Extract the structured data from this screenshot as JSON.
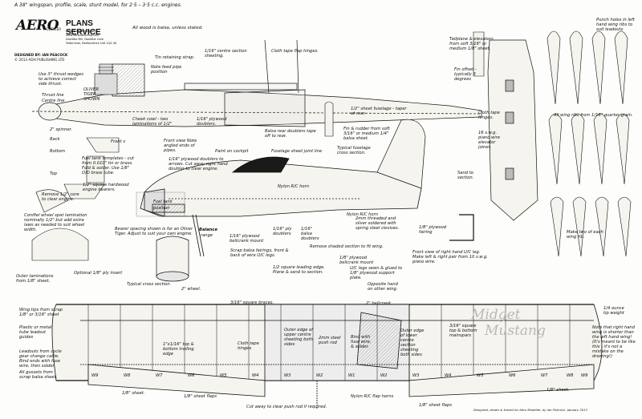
{
  "header": {
    "subtitle": "A 38\" wingspan, profile, scale, stunt model, for 2·5 – 3·5 c.c. engines.",
    "balsa_note": "All wood is balsa, unless stated."
  },
  "logo": {
    "word": "AERO",
    "sub": "MODELLER",
    "plans_service": "PLANS SERVICE",
    "pub_lines": [
      "AeroModeller Magazine",
      "www.adhpublishing.com",
      "Doolittle Mill, Doolittle Lane",
      "Totternhoe, Bedfordshire LU6 1QX UK"
    ],
    "designer": "DESIGNED BY: IAN PEACOCK",
    "copyright": "© 2013 ADH PUBLISHING LTD"
  },
  "notes": {
    "thrust": "Use 3° thrust wedges to achieve correct side thrust.",
    "thrust_line": "Thrust line",
    "centre_line": "Centre line",
    "oliver_tiger": "OLIVER TIGER SHOWN",
    "tin_strap": "Tin retaining strap.",
    "feed_pipe": "Note feed pipe position",
    "centre_section": "1/16\" centre section sheeting.",
    "cloth_flap": "Cloth tape flap hinges.",
    "spinner": "2\" spinner.",
    "cheek_cowl": "Cheek cowl - two laminations of 1/2\"",
    "ply_doublers_top": "1/16\" plywood doublers.",
    "balsa_rear": "Balsa rear doublers tape off to rear.",
    "sheet_fuselage": "1/2\" sheet fuselage - taper at rear.",
    "fin_offset": "Fin offset - typically 3 degrees",
    "tailplane": "Tailplane & elevators from soft 3/16\" or medium 1/8\" sheet.",
    "punch_holes": "Punch holes in left hand wing ribs to suit leadouts",
    "back": "Back",
    "bottom": "Bottom",
    "top": "Top",
    "front_v": "Front v",
    "front_view": "Front view Note angled ends of pipes.",
    "paint_cockpit": "Paint on cockpit",
    "fuselage_joint": "Fuselage sheet joint line",
    "fin_rudder": "Fin & rudder from soft 3/16\" or medium 1/4\" balsa sheet.",
    "typical_fuselage": "Typical fuselage cross section.",
    "cloth_tape_hinges": "Cloth tape hinges.",
    "piano_wire": "16 s.w.g. piano wire elevator joiner.",
    "sand_section": "Sand to section.",
    "wing_ribs_qg": "All wing ribs from 1/16\" quarter grain.",
    "fuel_tank": "Fuel tank templates - cut from 0.010\" tin or brass. Fold & solder. Use 1/8\" O/D brass tube.",
    "ply_doublers_arrows": "1/16\" plywood doublers to arrows. Cut away right hand doubler to clear engine.",
    "hardwood_bearers": "1/2\" square hardwood engine bearers.",
    "nylon_horn": "Nylon R/C horn",
    "remove_core": "Remove 1/2\" core to clear engine.",
    "fuel_tank_label": "Fuel tank",
    "position": "position",
    "conifiel": "Conifiel wheel spat lamination nominally 1/2\" but add extra laws as needed to suit wheel width.",
    "nylon_rc_horn2": "Nylon R/C horn",
    "bearer_spacing": "Bearer spacing shown is for an Oliver Tiger. Adjust to suit your own engine.",
    "balance": "Balance",
    "range": "range",
    "ply_bellcrank": "1/16\" plywood bellcrank mount",
    "ply_doublers2": "1/16\" ply doublers",
    "balsa_doublers": "1/16\" balsa doublers",
    "rod_threaded": "2mm threaded and silver soldered with spring steel clevises.",
    "ply_fairing": "1/8\" plywood fairing",
    "make_two": "Make two of each wing rib.",
    "scrap_balsa": "Scrap balsa fairings, front & back of wire U/C legs.",
    "remove_shaded": "Remove shaded section to fit wing.",
    "front_view_wing": "Front view of right hand U/C leg. Make left & right pair from 10 s.w.g. piano wire.",
    "optional_ply": "Optional 1/8\" ply insert",
    "outer_laminations": "Outer laminations from 1/8\" sheet.",
    "typical_cross": "Typical cross section.",
    "two_wheel": "2\" wheel.",
    "leading_edge": "1/2 square leading edge. Plane & sand to section.",
    "ply_bellcrank_mount": "1/8\" plywood bellcrank mount",
    "uc_legs": "U/C legs sewn & glued to 1/8\" plywood support plate.",
    "opposite_hand": "Opposite hand on other wing.",
    "square_braces": "3/16\" square braces.",
    "wing_tips": "Wing tips from scrap 1/8\" or 3/16\" sheet",
    "leadout_guides": "Plastic or metal tube leadout guides",
    "leadouts": "Leadouts from cycle gear change cable. Bind ends with fuse wire, then solder.",
    "gussets": "All gussets from scrap balsa sheet.",
    "top_bottom_trailing": "1\"x1/16\" top & bottom trailing edge",
    "cloth_tape_hinges2": "Cloth tape hinges",
    "outer_edge_upper": "Outer edge of upper centre sheeting both sides",
    "push_rod": "2mm steel push rod",
    "bind_fuse": "Bind with fuse wire, & solder.",
    "outer_edge_lower": "Outer edge of lower centre section sheeting both sides",
    "mainspars": "3/16\" square top & bottom mainspars",
    "bellcrank": "2\" bellcrank",
    "ounce_weight": "1/4 ounce tip weight",
    "right_hand_note": "Note that right hand wing is shorter than the left hand wing! (It's meant to be like this - it's not a mistake on the drawing!)",
    "sheet_18_left": "1/8\" sheet.",
    "sheet_flaps_left": "1/8\" sheet flaps",
    "cut_away": "Cut away to clear push rod if required.",
    "nylon_flap": "Nylon R/C flap horns",
    "sheet_flaps_right": "1/8\" sheet flaps",
    "sheet_18_right": "1/8\" sheet.",
    "credit": "Designed, drawn & traced for Aero Modeller, by Ian Peacock.   January 2013"
  },
  "wing": {
    "name_line1": "Midget",
    "name_line2": "Mustang",
    "rib_labels": [
      "W9",
      "W8",
      "W7",
      "W6",
      "W5",
      "W4",
      "W3",
      "W2",
      "W1",
      "W2",
      "W3",
      "W4",
      "W5",
      "W6",
      "W7",
      "W8",
      "W9"
    ]
  },
  "colors": {
    "ink": "#111111",
    "wood": "#f4f1ea",
    "hatch": "#888888",
    "cockpit": "#1a1a1a"
  }
}
